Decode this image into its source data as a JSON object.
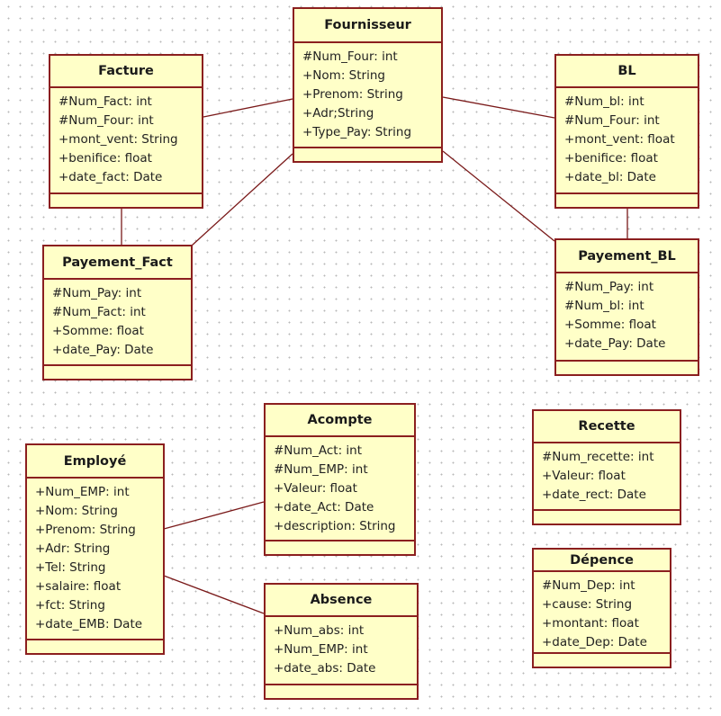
{
  "diagram": {
    "type": "UML class diagram",
    "colors": {
      "fill": "#ffffc8",
      "border": "#8b1f1f",
      "link": "#7a1a1a"
    },
    "classes": {
      "fournisseur": {
        "name": "Fournisseur",
        "attributes": [
          "#Num_Four: int",
          "+Nom: String",
          "+Prenom: String",
          "+Adr;String",
          "+Type_Pay: String"
        ]
      },
      "facture": {
        "name": "Facture",
        "attributes": [
          "#Num_Fact: int",
          "#Num_Four: int",
          "+mont_vent: String",
          "+benifice: float",
          "+date_fact: Date"
        ]
      },
      "bl": {
        "name": "BL",
        "attributes": [
          "#Num_bl: int",
          "#Num_Four: int",
          "+mont_vent: float",
          "+benifice: float",
          "+date_bl: Date"
        ]
      },
      "payement_fact": {
        "name": "Payement_Fact",
        "attributes": [
          "#Num_Pay: int",
          "#Num_Fact: int",
          "+Somme: float",
          "+date_Pay: Date"
        ]
      },
      "payement_bl": {
        "name": "Payement_BL",
        "attributes": [
          "#Num_Pay: int",
          "#Num_bl: int",
          "+Somme: float",
          "+date_Pay: Date"
        ]
      },
      "acompte": {
        "name": "Acompte",
        "attributes": [
          "#Num_Act: int",
          "#Num_EMP: int",
          "+Valeur: float",
          "+date_Act: Date",
          "+description: String"
        ]
      },
      "employe": {
        "name": "Employé",
        "attributes": [
          "+Num_EMP: int",
          "+Nom: String",
          "+Prenom: String",
          "+Adr: String",
          "+Tel: String",
          "+salaire: float",
          "+fct: String",
          "+date_EMB: Date"
        ]
      },
      "absence": {
        "name": "Absence",
        "attributes": [
          "+Num_abs: int",
          "+Num_EMP: int",
          "+date_abs: Date"
        ]
      },
      "recette": {
        "name": "Recette",
        "attributes": [
          "#Num_recette: int",
          "+Valeur: float",
          "+date_rect: Date"
        ]
      },
      "depence": {
        "name": "Dépence",
        "attributes": [
          "#Num_Dep: int",
          "+cause: String",
          "+montant: float",
          "+date_Dep: Date"
        ]
      }
    },
    "associations": [
      {
        "from": "Fournisseur",
        "to": "Facture"
      },
      {
        "from": "Fournisseur",
        "to": "BL"
      },
      {
        "from": "Fournisseur",
        "to": "Payement_Fact"
      },
      {
        "from": "Fournisseur",
        "to": "Payement_BL"
      },
      {
        "from": "Facture",
        "to": "Payement_Fact"
      },
      {
        "from": "BL",
        "to": "Payement_BL"
      },
      {
        "from": "Employé",
        "to": "Acompte"
      },
      {
        "from": "Employé",
        "to": "Absence"
      }
    ]
  }
}
